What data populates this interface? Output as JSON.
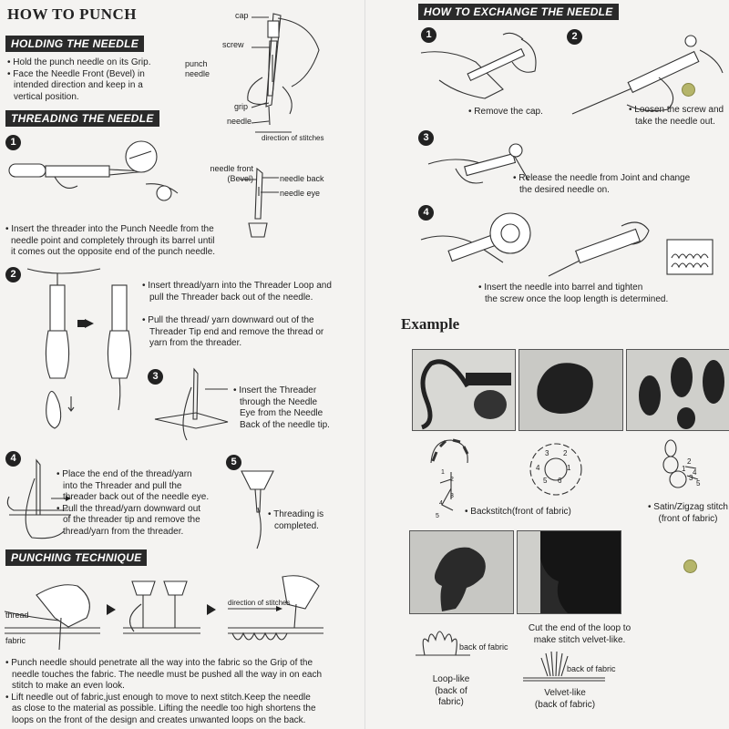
{
  "title": "HOW TO PUNCH",
  "holding": {
    "heading": "HOLDING THE NEEDLE",
    "bullets": [
      "• Hold the punch needle on its Grip.",
      "• Face the Needle Front (Bevel) in",
      "intended direction and keep in a",
      "vertical position."
    ],
    "labels": {
      "cap": "cap",
      "screw": "screw",
      "punch": "punch",
      "needle": "needle",
      "grip": "grip",
      "needle2": "needle",
      "direction": "direction of stitches"
    }
  },
  "threading": {
    "heading": "THREADING THE NEEDLE",
    "needle_labels": {
      "front": "needle front",
      "bevel": "(Bevel)",
      "back": "needle back",
      "eye": "needle eye"
    },
    "step1": [
      "• Insert the threader into the Punch Needle from the",
      "needle point and completely through its barrel until",
      "it comes out the opposite end of the punch needle."
    ],
    "step2a": [
      "• Insert thread/yarn into the Threader Loop and",
      "pull the Threader back out of the needle."
    ],
    "step2b": [
      "• Pull the thread/ yarn downward out  of the",
      "Threader Tip end and remove  the thread or",
      "yarn from the threader."
    ],
    "step3": [
      "• Insert the Threader",
      "through the Needle",
      "Eye from the Needle",
      "Back of the needle tip."
    ],
    "step4": [
      "• Place the end of the thread/yarn",
      "into the Threader and pull the",
      "threader back out of the needle eye.",
      "• Pull the thread/yarn downward out",
      "of the threader tip and remove the",
      "thread/yarn from the threader."
    ],
    "step5": [
      "• Threading is",
      "completed."
    ]
  },
  "punching": {
    "heading": "PUNCHING TECHNIQUE",
    "labels": {
      "thread": "thread",
      "fabric": "fabric",
      "direction": "direction of stitches"
    },
    "bullets": [
      "• Punch needle should penetrate all the way into the fabric so the Grip of the",
      "needle touches the fabric. The needle must be pushed all the way in on each",
      "stitch to make an even look.",
      "• Lift needle out of fabric,just enough to move to next stitch.Keep the needle",
      "as close to the material as possible. Lifting the needle too high shortens the",
      "loops on the front of the design and creates unwanted loops on the back."
    ]
  },
  "exchange": {
    "heading": "HOW TO EXCHANGE THE NEEDLE",
    "step1": [
      "• Remove the cap."
    ],
    "step2": [
      "• Loosen the screw and",
      "take the needle out."
    ],
    "step3": [
      "• Release the needle from Joint and change",
      "the desired needle on."
    ],
    "step4": [
      "• Insert the needle into barrel and tighten",
      "the screw once the loop length is determined."
    ]
  },
  "example": {
    "heading": "Example",
    "backstitch": "• Backstitch(front of fabric)",
    "satin": [
      "• Satin/Zigzag stitch",
      "(front of fabric)"
    ],
    "cut": [
      "Cut the end of the loop to",
      "make stitch velvet-like."
    ],
    "back_of_fabric": "back of fabric",
    "looplike": [
      "Loop-like",
      "(back of fabric)"
    ],
    "velvetlike": [
      "Velvet-like",
      "(back of fabric)"
    ],
    "stitch_numbers": {
      "a1": "1",
      "a2": "2",
      "a3": "3",
      "a4": "4",
      "a5": "5",
      "b1": "1",
      "b2": "2",
      "b3": "3",
      "b4": "4",
      "b5": "5",
      "b6": "6",
      "c1": "1",
      "c2": "2",
      "c3": "3",
      "c4": "4",
      "c5": "5"
    }
  },
  "step_numbers": [
    "1",
    "2",
    "3",
    "4",
    "5"
  ],
  "colors": {
    "bar": "#2a2a2a",
    "dot": "#b5b56a",
    "paper": "#f4f3f1"
  }
}
